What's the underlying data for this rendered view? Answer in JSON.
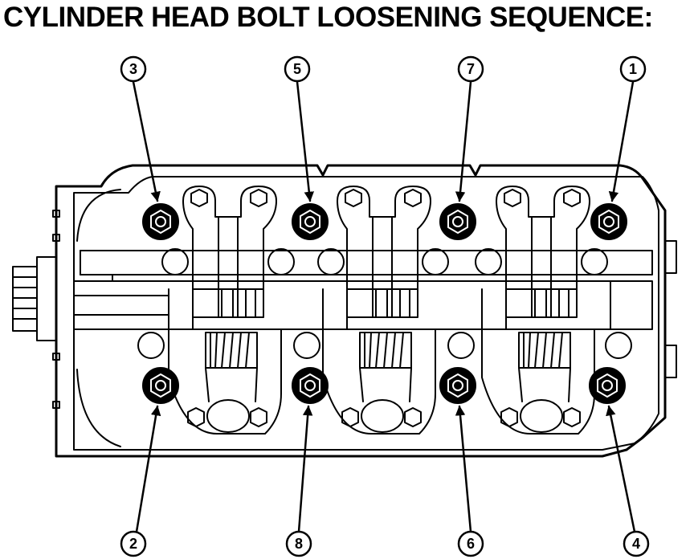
{
  "title": "CYLINDER HEAD BOLT LOOSENING SEQUENCE:",
  "callouts": {
    "c1": "1",
    "c2": "2",
    "c3": "3",
    "c4": "4",
    "c5": "5",
    "c6": "6",
    "c7": "7",
    "c8": "8"
  },
  "colors": {
    "ink": "#000000",
    "paper": "#ffffff"
  }
}
